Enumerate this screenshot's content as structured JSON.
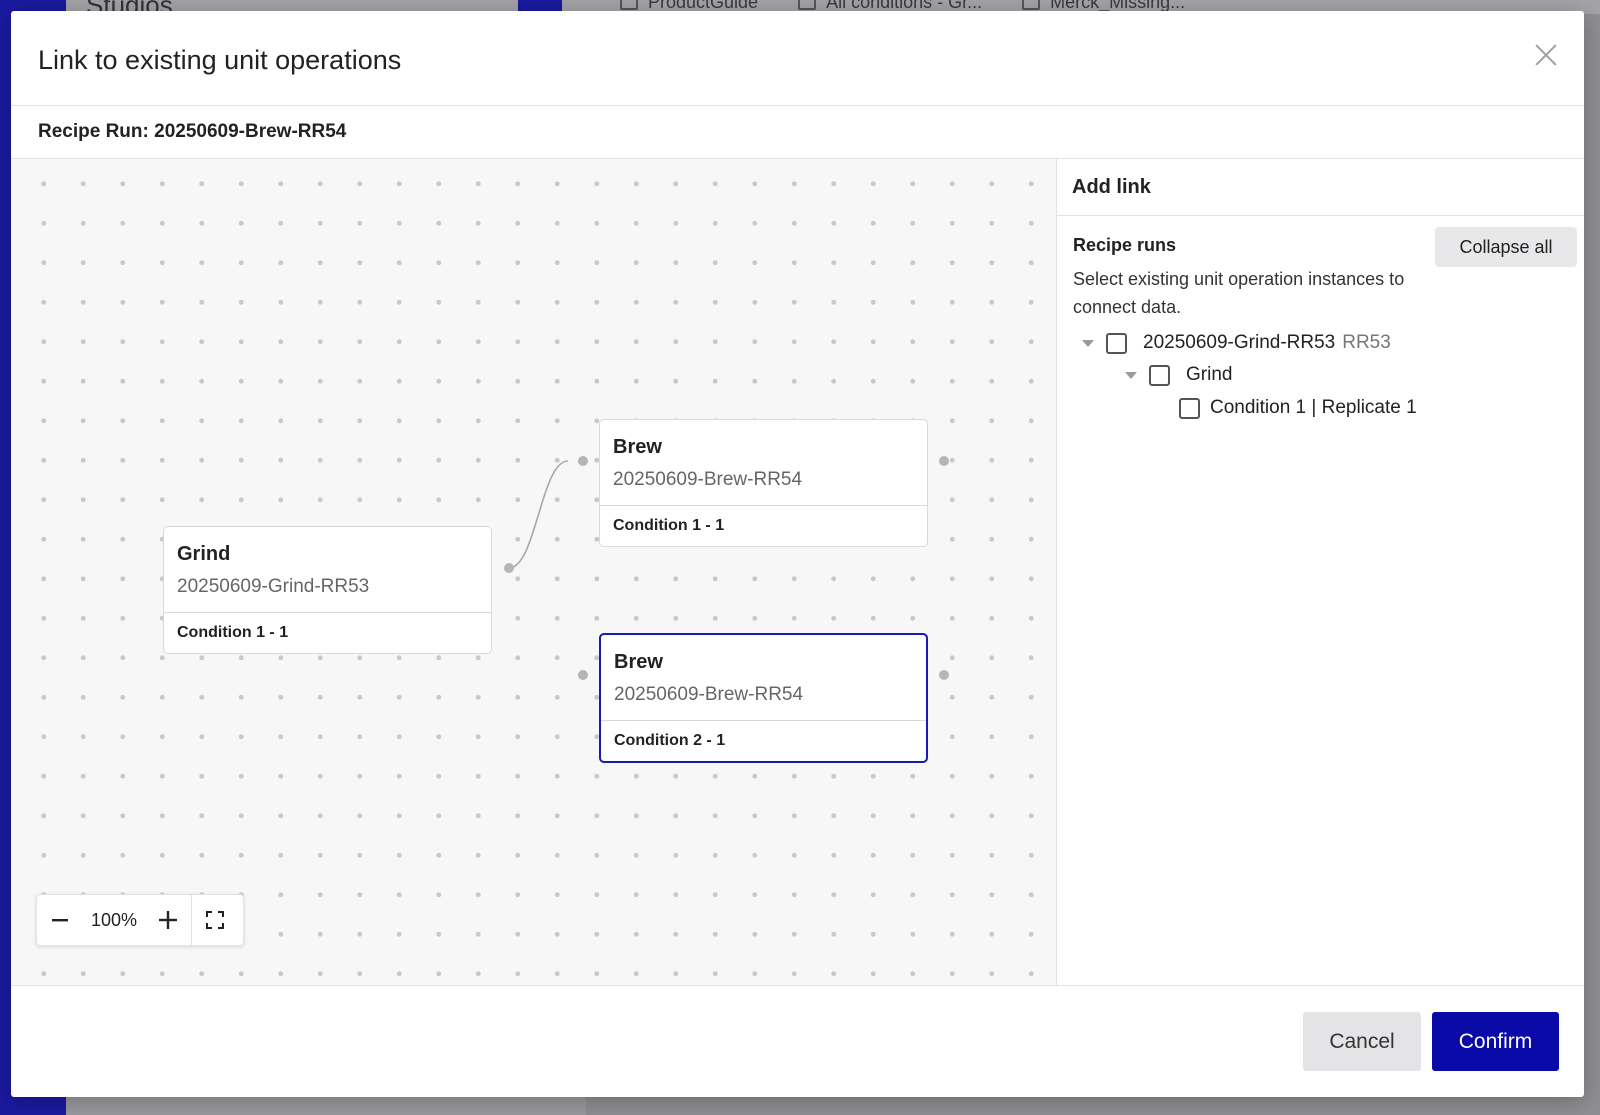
{
  "background": {
    "studio_label": "Studios",
    "tabs": [
      "ProductGuide",
      "All conditions - Gr...",
      "Merck_Missing..."
    ]
  },
  "modal": {
    "title": "Link to existing unit operations",
    "recipe_run_label": "Recipe Run: 20250609-Brew-RR54"
  },
  "canvas": {
    "nodes": [
      {
        "title": "Grind",
        "subtitle": "20250609-Grind-RR53",
        "condition": "Condition 1 - 1",
        "selected": false
      },
      {
        "title": "Brew",
        "subtitle": "20250609-Brew-RR54",
        "condition": "Condition 1 - 1",
        "selected": false
      },
      {
        "title": "Brew",
        "subtitle": "20250609-Brew-RR54",
        "condition": "Condition 2 - 1",
        "selected": true
      }
    ],
    "zoom": {
      "minus_icon": "minus-icon",
      "value": "100%",
      "plus_icon": "plus-icon",
      "fit_icon": "fullscreen-icon"
    }
  },
  "side_panel": {
    "title": "Add link",
    "section_title": "Recipe runs",
    "collapse_label": "Collapse all",
    "description": "Select existing unit operation instances to connect data.",
    "tree": {
      "run_label": "20250609-Grind-RR53",
      "run_tag": "RR53",
      "operation_label": "Grind",
      "condition_label": "Condition 1 | Replicate 1"
    }
  },
  "footer": {
    "cancel_label": "Cancel",
    "confirm_label": "Confirm"
  },
  "colors": {
    "accent": "#0a0aa8",
    "selected_border": "#1a1ab4",
    "canvas_bg": "#f7f7f8"
  }
}
